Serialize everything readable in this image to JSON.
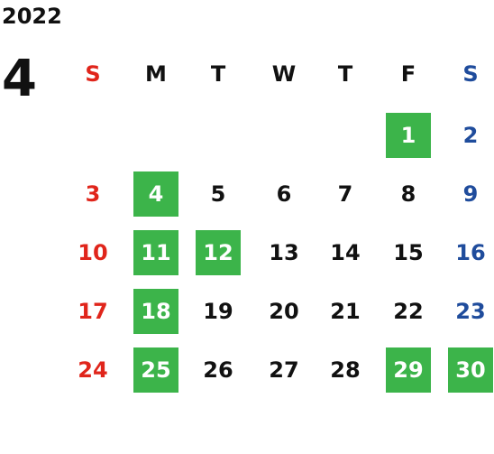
{
  "calendar": {
    "year": "2022",
    "month": "4",
    "weekdays": [
      "S",
      "M",
      "T",
      "W",
      "T",
      "F",
      "S"
    ],
    "colors": {
      "sunday": "#e0251b",
      "saturday": "#1f4c9c",
      "weekday": "#111111",
      "holiday_bg": "#3cb44a"
    },
    "weeks": [
      [
        null,
        null,
        null,
        null,
        null,
        {
          "day": "1",
          "hl": true
        },
        {
          "day": "2",
          "hl": false
        }
      ],
      [
        {
          "day": "3",
          "hl": false
        },
        {
          "day": "4",
          "hl": true
        },
        {
          "day": "5",
          "hl": false
        },
        {
          "day": "6",
          "hl": false
        },
        {
          "day": "7",
          "hl": false
        },
        {
          "day": "8",
          "hl": false
        },
        {
          "day": "9",
          "hl": false
        }
      ],
      [
        {
          "day": "10",
          "hl": false
        },
        {
          "day": "11",
          "hl": true
        },
        {
          "day": "12",
          "hl": true
        },
        {
          "day": "13",
          "hl": false
        },
        {
          "day": "14",
          "hl": false
        },
        {
          "day": "15",
          "hl": false
        },
        {
          "day": "16",
          "hl": false
        }
      ],
      [
        {
          "day": "17",
          "hl": false
        },
        {
          "day": "18",
          "hl": true
        },
        {
          "day": "19",
          "hl": false
        },
        {
          "day": "20",
          "hl": false
        },
        {
          "day": "21",
          "hl": false
        },
        {
          "day": "22",
          "hl": false
        },
        {
          "day": "23",
          "hl": false
        }
      ],
      [
        {
          "day": "24",
          "hl": false
        },
        {
          "day": "25",
          "hl": true
        },
        {
          "day": "26",
          "hl": false
        },
        {
          "day": "27",
          "hl": false
        },
        {
          "day": "28",
          "hl": false
        },
        {
          "day": "29",
          "hl": true
        },
        {
          "day": "30",
          "hl": true
        }
      ]
    ]
  }
}
